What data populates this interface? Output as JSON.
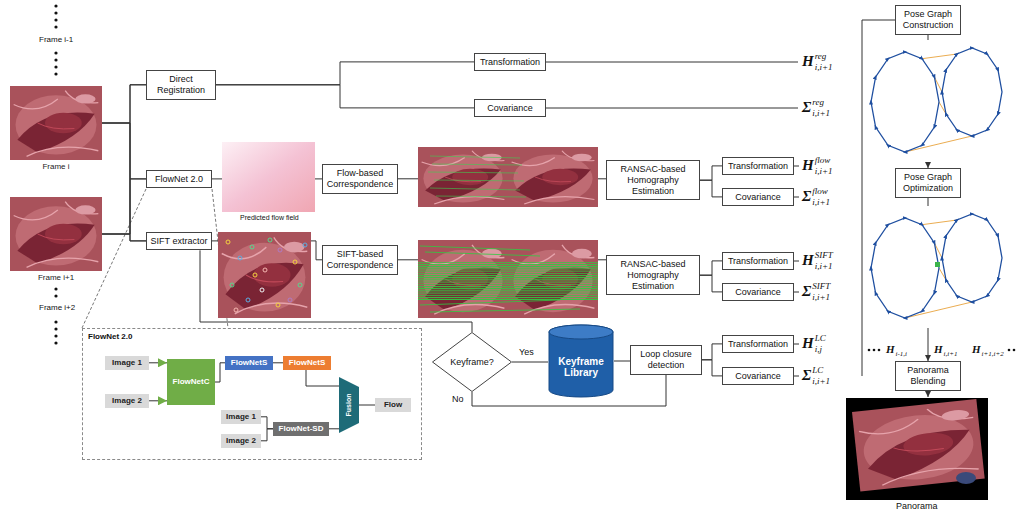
{
  "diagram": {
    "nodes": [
      {
        "text": [
          "Frame i"
        ]
      },
      {
        "text": [
          "Frame i+1"
        ]
      },
      {
        "text": [
          "Direct Registration"
        ]
      },
      {
        "text": [
          "Transformation"
        ]
      },
      {
        "text": [
          "Covariance"
        ]
      },
      {
        "text": [
          "FlowNet 2.0"
        ]
      },
      {
        "text": [
          "Flow-based Correspondence"
        ]
      },
      {
        "text": [
          "RANSAC-based Homography Estimation"
        ]
      },
      {
        "text": [
          "Transformation"
        ]
      },
      {
        "text": [
          "Covariance"
        ]
      },
      {
        "text": [
          "SIFT extractor"
        ]
      },
      {
        "text": [
          "SIFT-based Correspondence"
        ]
      },
      {
        "text": [
          "RANSAC-based Homography Estimation"
        ]
      },
      {
        "text": [
          "Transformation"
        ]
      },
      {
        "text": [
          "Covariance"
        ]
      },
      {
        "text": [
          "Keyframe?"
        ]
      },
      {
        "text": [
          "Keyframe Library"
        ]
      },
      {
        "text": [
          "Loop closure detection"
        ]
      },
      {
        "text": [
          "Transformation"
        ]
      },
      {
        "text": [
          "Covariance"
        ]
      },
      {
        "text": [
          "Pose Graph Construction"
        ]
      },
      {
        "text": [
          "Pose Graph Optimization"
        ]
      },
      {
        "text": [
          "Panorama Blending"
        ]
      },
      {
        "text": [
          "FlowNet 2.0"
        ]
      },
      {
        "text": [
          "Image 1"
        ],
        "in": 23
      },
      {
        "text": [
          "Image 2"
        ],
        "in": 23
      },
      {
        "text": [
          "FlowNetC"
        ],
        "in": 23
      },
      {
        "text": [
          "FlowNetS"
        ],
        "in": 23
      },
      {
        "text": [
          "FlowNetS"
        ],
        "in": 23
      },
      {
        "text": [
          "Image 1"
        ],
        "in": 23
      },
      {
        "text": [
          "Image 2"
        ],
        "in": 23
      },
      {
        "text": [
          "FlowNet-SD"
        ],
        "in": 23
      },
      {
        "text": [
          "Fusion"
        ],
        "in": 23
      },
      {
        "text": [
          "Flow"
        ],
        "in": 23
      }
    ],
    "edges": [
      {
        "from": 0,
        "to": 2,
        "arrow": "none"
      },
      {
        "from": 0,
        "to": 5,
        "arrow": "none"
      },
      {
        "from": 0,
        "to": 10,
        "arrow": "none"
      },
      {
        "from": 1,
        "to": 2,
        "arrow": "none"
      },
      {
        "from": 1,
        "to": 5,
        "arrow": "none"
      },
      {
        "from": 1,
        "to": 10,
        "arrow": "none"
      },
      {
        "from": 2,
        "to": 3,
        "arrow": "none"
      },
      {
        "from": 2,
        "to": 4,
        "arrow": "none"
      },
      {
        "from": 5,
        "to": 6,
        "arrow": "none"
      },
      {
        "from": 6,
        "to": 7,
        "arrow": "none"
      },
      {
        "from": 7,
        "to": 8,
        "arrow": "none"
      },
      {
        "from": 7,
        "to": 9,
        "arrow": "none"
      },
      {
        "from": 10,
        "to": 11,
        "arrow": "none"
      },
      {
        "from": 11,
        "to": 12,
        "arrow": "none"
      },
      {
        "from": 12,
        "to": 13,
        "arrow": "none"
      },
      {
        "from": 12,
        "to": 14,
        "arrow": "none"
      },
      {
        "from": 10,
        "to": 15,
        "arrow": "none"
      },
      {
        "from": 15,
        "to": 16,
        "label": "Yes",
        "arrow": "none"
      },
      {
        "from": 15,
        "to": 17,
        "label": "No",
        "arrow": "none"
      },
      {
        "from": 16,
        "to": 17,
        "arrow": "none"
      },
      {
        "from": 17,
        "to": 18,
        "arrow": "none"
      },
      {
        "from": 17,
        "to": 19,
        "arrow": "none"
      },
      {
        "from": 20,
        "to": 21,
        "arrow": "to"
      },
      {
        "from": 21,
        "to": 22,
        "arrow": "to"
      },
      {
        "from": 24,
        "to": 26,
        "arrow": "to"
      },
      {
        "from": 25,
        "to": 26,
        "arrow": "to"
      },
      {
        "from": 26,
        "to": 27,
        "arrow": "none"
      },
      {
        "from": 27,
        "to": 28,
        "arrow": "none"
      },
      {
        "from": 28,
        "to": 32,
        "arrow": "none"
      },
      {
        "from": 29,
        "to": 31,
        "arrow": "none"
      },
      {
        "from": 30,
        "to": 31,
        "arrow": "none"
      },
      {
        "from": 31,
        "to": 32,
        "arrow": "none"
      },
      {
        "from": 32,
        "to": 33,
        "arrow": "none"
      }
    ],
    "labels": [
      "Frame i-1",
      "Frame i+2",
      "Predicted flow field",
      "H",
      "reg",
      "i,i+1",
      "Σ",
      "reg",
      "i,i+1",
      "H",
      "flow",
      "i,i+1",
      "Σ",
      "flow",
      "i,i+1",
      "H",
      "SIFT",
      "i,i+1",
      "Σ",
      "SIFT",
      "i,i+1",
      "H",
      "LC",
      "i,j",
      "Σ",
      "LC",
      "i,i+1",
      "H",
      "i-1,i",
      "H",
      "i,i+1",
      "H",
      "i+1,i+2",
      "Panorama"
    ]
  }
}
